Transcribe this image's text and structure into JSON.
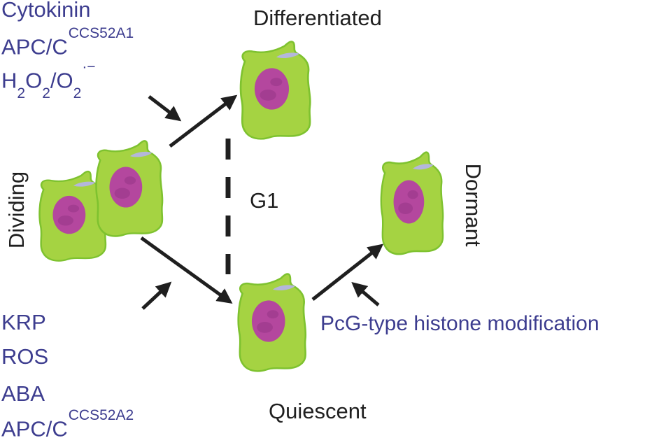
{
  "colors": {
    "signal-text": "#3d3d8f",
    "state-text": "#1f1f1f",
    "arrow": "#1f1f1f",
    "cell-body": "#a5d342",
    "cell-edge": "#7ec22f",
    "nucleus": "#b4479e",
    "nucleus-dark": "#8e3181",
    "streak": "#b4b7db",
    "background": "#ffffff"
  },
  "signals_top": {
    "cytokinin": "Cytokinin",
    "apcc_base": "APC/C",
    "apcc_sup": "CCS52A1",
    "h2o2_base1": "H",
    "h2o2_sub1": "2",
    "h2o2_base2": "O",
    "h2o2_sub2": "2",
    "h2o2_base3": "/O",
    "h2o2_sub3": "2",
    "h2o2_sup": "·−"
  },
  "signals_bottom": {
    "krp": "KRP",
    "ros": "ROS",
    "aba": "ABA",
    "apcc_base": "APC/C",
    "apcc_sup": "CCS52A2"
  },
  "states": {
    "dividing": "Dividing",
    "differentiated": "Differentiated",
    "quiescent": "Quiescent",
    "dormant": "Dormant"
  },
  "phase_label": "G1",
  "annotations": {
    "pcg": "PcG-type histone modification"
  }
}
